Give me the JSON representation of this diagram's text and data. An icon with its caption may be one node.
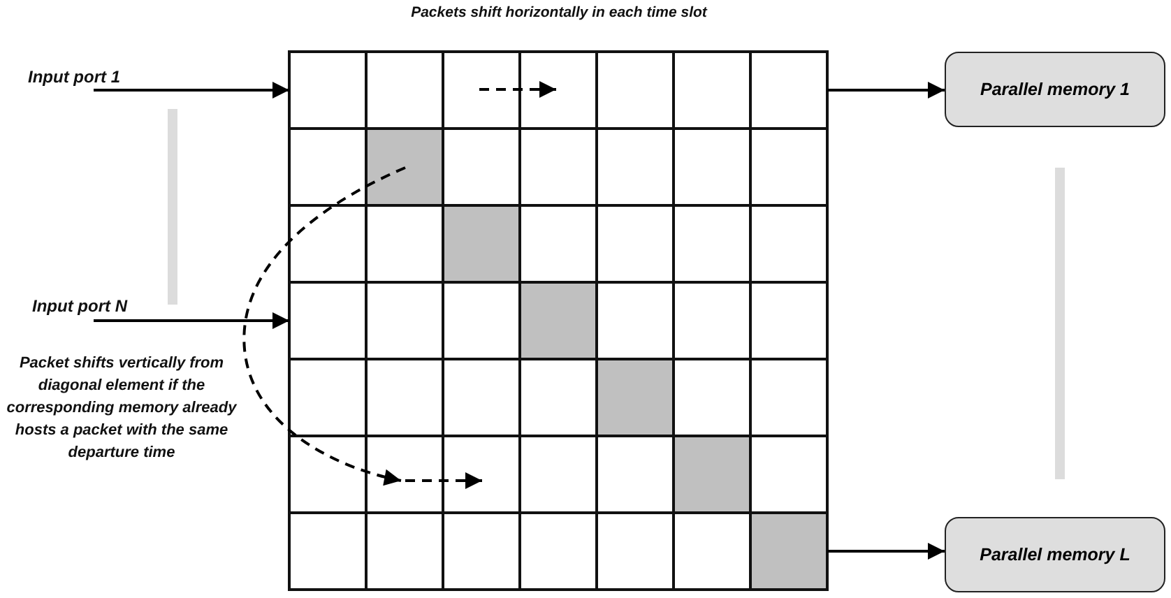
{
  "diagram": {
    "title": "Packets shift horizontally in each time slot",
    "nodes": [
      {
        "text": [],
        "shape": "box"
      },
      {
        "text": [
          "Parallel memory 1"
        ]
      },
      {
        "text": [
          "Parallel memory L"
        ]
      }
    ],
    "edges": [
      {
        "from": null,
        "to": 0,
        "arrow": "to",
        "label": "Input port 1"
      },
      {
        "from": null,
        "to": 0,
        "arrow": "to",
        "label": "Input port N"
      },
      {
        "from": 0,
        "to": 1,
        "arrow": "to"
      },
      {
        "from": 0,
        "to": 2,
        "arrow": "to"
      }
    ],
    "labels": [
      "Packet shifts vertically from diagonal element if the corresponding memory already hosts a packet with the same departure time"
    ]
  }
}
